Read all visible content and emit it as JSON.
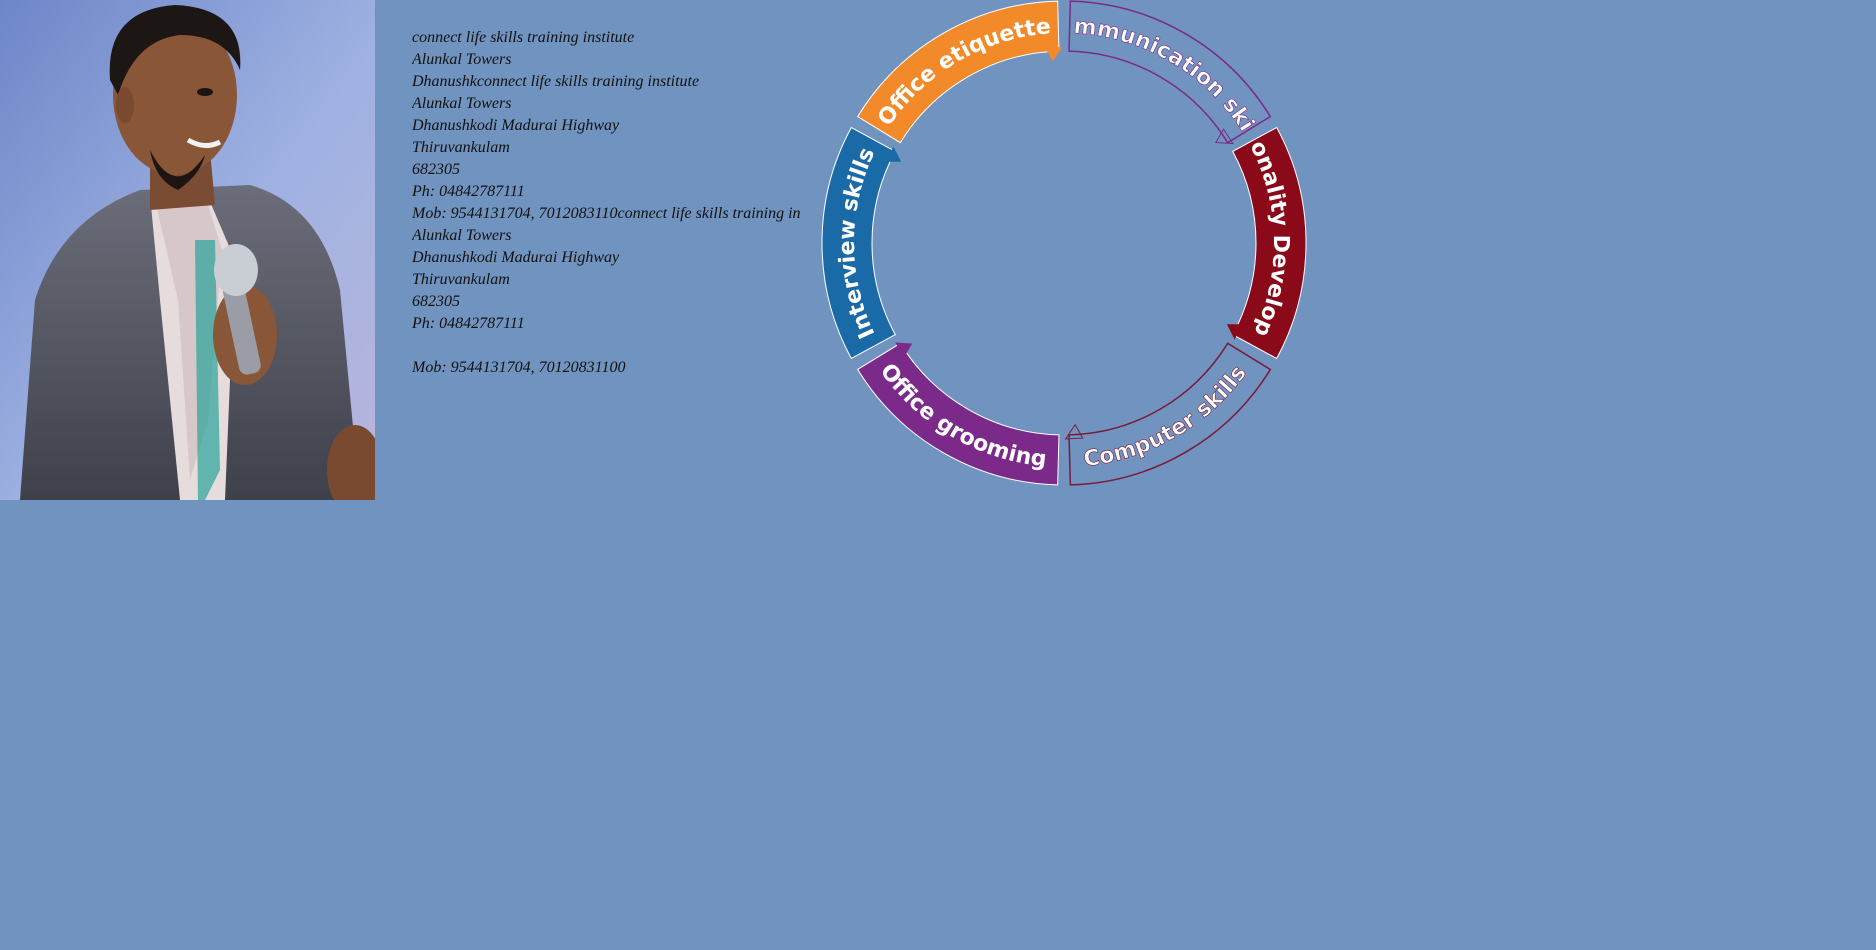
{
  "address_block": {
    "lines": [
      "connect life skills training institute",
      "Alunkal Towers",
      "Dhanushkconnect life skills training institute",
      "Alunkal Towers",
      "Dhanushkodi Madurai Highway",
      "Thiruvankulam",
      "682305",
      "Ph: 04842787111",
      "Mob: 9544131704, 7012083110connect life skills training in",
      "Alunkal Towers",
      "Dhanushkodi Madurai Highway",
      "Thiruvankulam",
      "682305",
      "Ph: 04842787111",
      "",
      "Mob: 9544131704, 70120831100"
    ]
  },
  "wheel": {
    "segments": [
      {
        "label": "Office etiquette",
        "color": "#f28a2a",
        "style": "filled"
      },
      {
        "label": "Communication skills",
        "color": "#7b2a8a",
        "style": "outline"
      },
      {
        "label": "Personality Development",
        "color": "#8b0a1a",
        "style": "filled"
      },
      {
        "label": "Computer skills",
        "color": "#7a1a3a",
        "style": "outline"
      },
      {
        "label": "Office grooming",
        "color": "#7b2a8a",
        "style": "filled"
      },
      {
        "label": "Interview skills",
        "color": "#1b6aa8",
        "style": "filled"
      }
    ]
  },
  "icons": {
    "photo": "person-speaking-photo"
  }
}
